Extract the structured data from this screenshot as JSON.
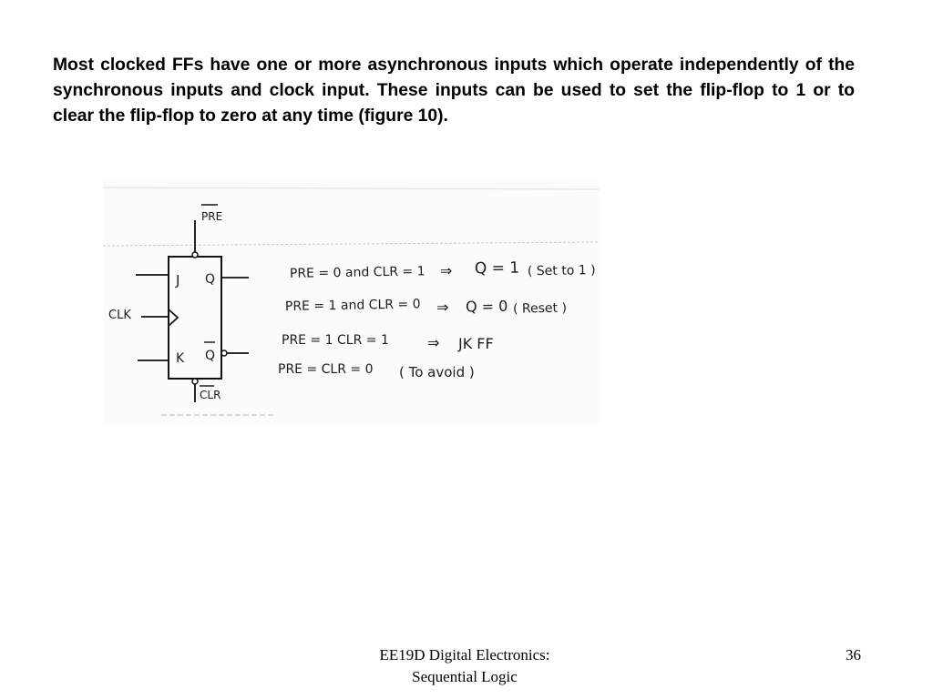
{
  "body": {
    "paragraph": "Most clocked FFs have one or more asynchronous inputs which operate independently of the synchronous inputs and clock input. These inputs can be used to set the flip-flop to 1 or to clear the flip-flop to zero at any time (figure 10)."
  },
  "figure": {
    "pins": {
      "pre": "PRE",
      "clr": "CLR",
      "j": "J",
      "k": "K",
      "q": "Q",
      "q_bar": "Q",
      "clk": "CLK"
    },
    "notes": [
      {
        "condition": "PRE = 0  and  CLR = 1",
        "result": "Q = 1",
        "comment": "( Set to 1 )"
      },
      {
        "condition": "PRE = 1  and  CLR = 0",
        "result": "Q = 0",
        "comment": "( Reset )"
      },
      {
        "condition": "PRE = 1    CLR = 1",
        "result": "JK  FF",
        "comment": ""
      },
      {
        "condition": "PRE = CLR = 0",
        "result": "",
        "comment": "( To  avoid )"
      }
    ],
    "arrow": "⇒"
  },
  "footer": {
    "course_line1": "EE19D Digital Electronics:",
    "course_line2": "Sequential Logic",
    "page_number": "36"
  }
}
